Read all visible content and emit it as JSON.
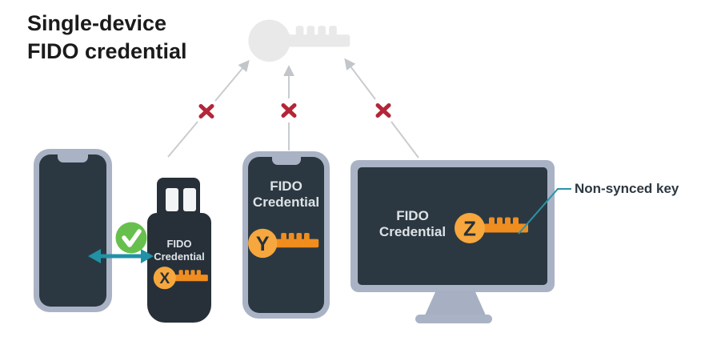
{
  "title": {
    "line1": "Single-device",
    "line2": "FIDO credential"
  },
  "synced_key": {
    "icon": "gray-key-icon",
    "note": ""
  },
  "blocked_marks": {
    "icon": "red-x-icon",
    "glyph": "✕"
  },
  "devices": {
    "left_phone": {
      "type": "phone"
    },
    "usb_security_key": {
      "label": "FIDO Credential",
      "key_letter": "X"
    },
    "phone": {
      "label": "FIDO Credential",
      "key_letter": "Y"
    },
    "monitor": {
      "label": "FIDO Credential",
      "key_letter": "Z"
    }
  },
  "transfer": {
    "icon": "double-arrow-icon",
    "status_icon": "check-icon"
  },
  "callout": {
    "label": "Non-synced key"
  },
  "colors": {
    "key_head_orange": "#f6a73d",
    "key_shaft_orange": "#f08d1f",
    "device_screen": "#2c3841",
    "device_bezel": "#a9b3c5",
    "check_green": "#67c04d",
    "sync_teal": "#2191a5",
    "blocked_red": "#b32638",
    "synced_key_gray": "#e9e9ea",
    "line_gray": "#c9cccf",
    "label_light": "#dde3e7",
    "title_dark": "#1b1b1b"
  }
}
